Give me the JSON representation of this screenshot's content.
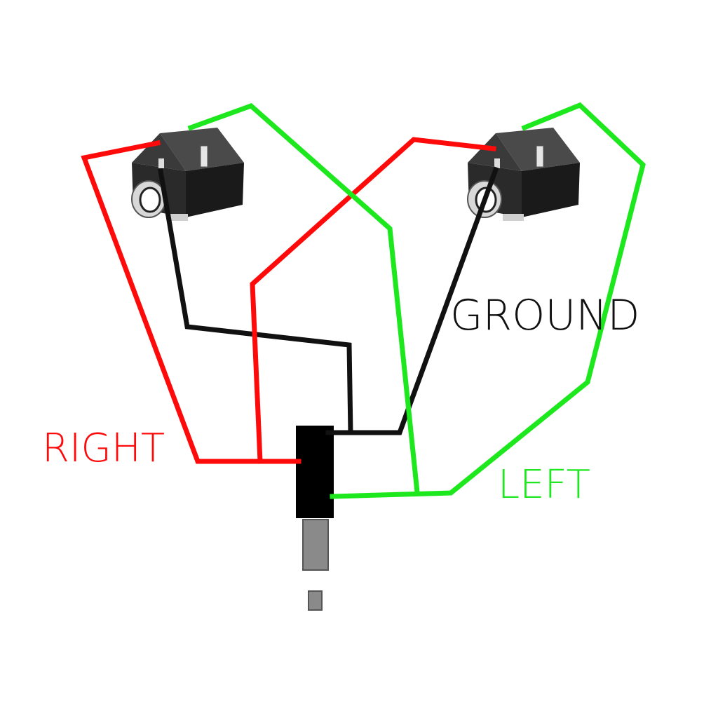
{
  "labels": {
    "ground": "GROUND",
    "right": "RIGHT",
    "left": "LEFT"
  },
  "colors": {
    "right": "#ff0a0a",
    "left": "#1de81d",
    "ground": "#111111",
    "jack_body": "#2b2b2b",
    "plug_body": "#000000",
    "plug_sleeve": "#8a8a8a",
    "background": "#ffffff"
  },
  "components": {
    "jacks": [
      "jack-left",
      "jack-right"
    ],
    "plug": "plug"
  }
}
